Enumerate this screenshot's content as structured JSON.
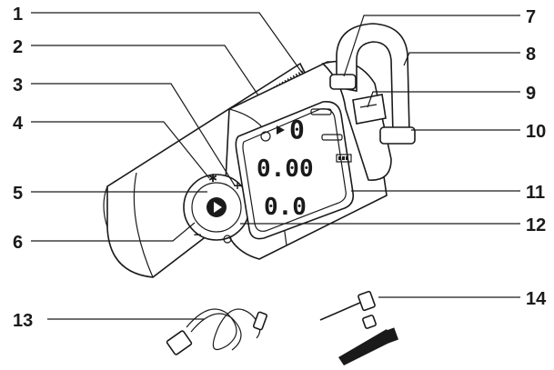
{
  "callouts": [
    {
      "id": 1,
      "label": "1"
    },
    {
      "id": 2,
      "label": "2"
    },
    {
      "id": 3,
      "label": "3"
    },
    {
      "id": 4,
      "label": "4"
    },
    {
      "id": 5,
      "label": "5"
    },
    {
      "id": 6,
      "label": "6"
    },
    {
      "id": 7,
      "label": "7"
    },
    {
      "id": 8,
      "label": "8"
    },
    {
      "id": 9,
      "label": "9"
    },
    {
      "id": 10,
      "label": "10"
    },
    {
      "id": 11,
      "label": "11"
    },
    {
      "id": 12,
      "label": "12"
    },
    {
      "id": 13,
      "label": "13"
    },
    {
      "id": 14,
      "label": "14"
    }
  ],
  "display": {
    "top_digits": "0",
    "mid_digits": "0.00",
    "bottom_digits": "0.0"
  },
  "buttons": {
    "plus": "+",
    "minus": "−",
    "star": "✱",
    "play": "▶"
  },
  "icons": [
    "light-icon",
    "play-icon",
    "plus-icon",
    "minus-icon",
    "battery-icon",
    "usb-c-cable-icon",
    "needle-valve-adapter-icon",
    "presta-adapter-icon",
    "nozzle-cone-icon"
  ]
}
